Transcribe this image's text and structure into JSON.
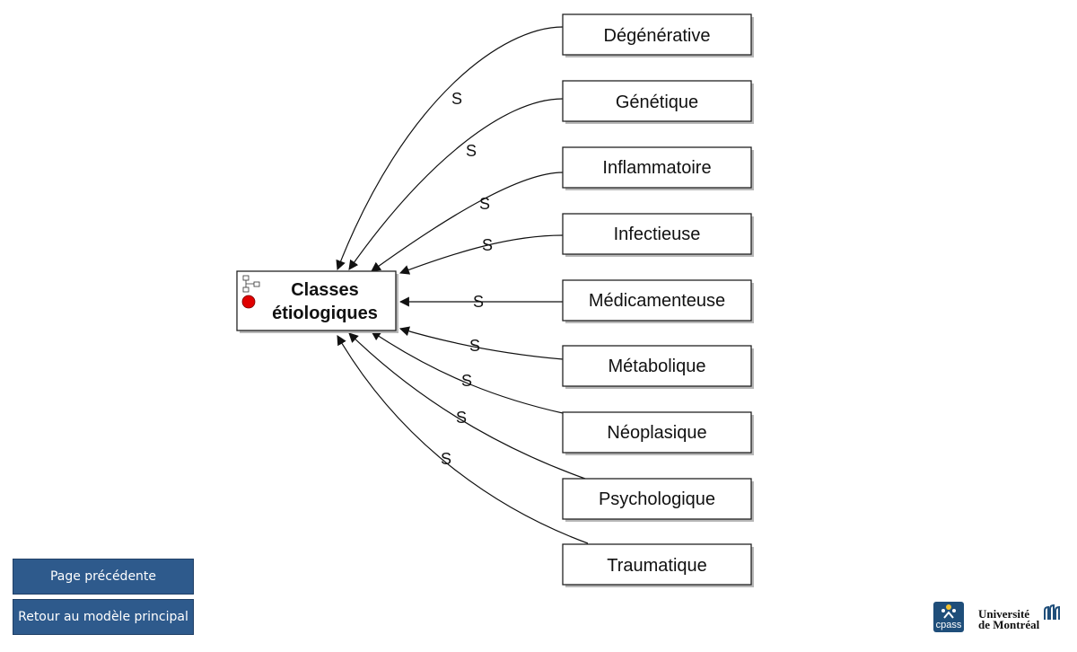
{
  "center": {
    "label_line1": "Classes",
    "label_line2": "étiologiques"
  },
  "edge_label": "S",
  "classes": [
    {
      "label": "Dégénérative"
    },
    {
      "label": "Génétique"
    },
    {
      "label": "Inflammatoire"
    },
    {
      "label": "Infectieuse"
    },
    {
      "label": "Médicamenteuse"
    },
    {
      "label": "Métabolique"
    },
    {
      "label": "Néoplasique"
    },
    {
      "label": "Psychologique"
    },
    {
      "label": "Traumatique"
    }
  ],
  "nav": {
    "previous_label": "Page précédente",
    "home_label": "Retour au modèle principal"
  },
  "logos": {
    "cpass": "cpass",
    "udem_line1": "Université",
    "udem_line2": "de Montréal"
  },
  "colors": {
    "button": "#2e5a8c",
    "status_dot": "#e00000"
  }
}
